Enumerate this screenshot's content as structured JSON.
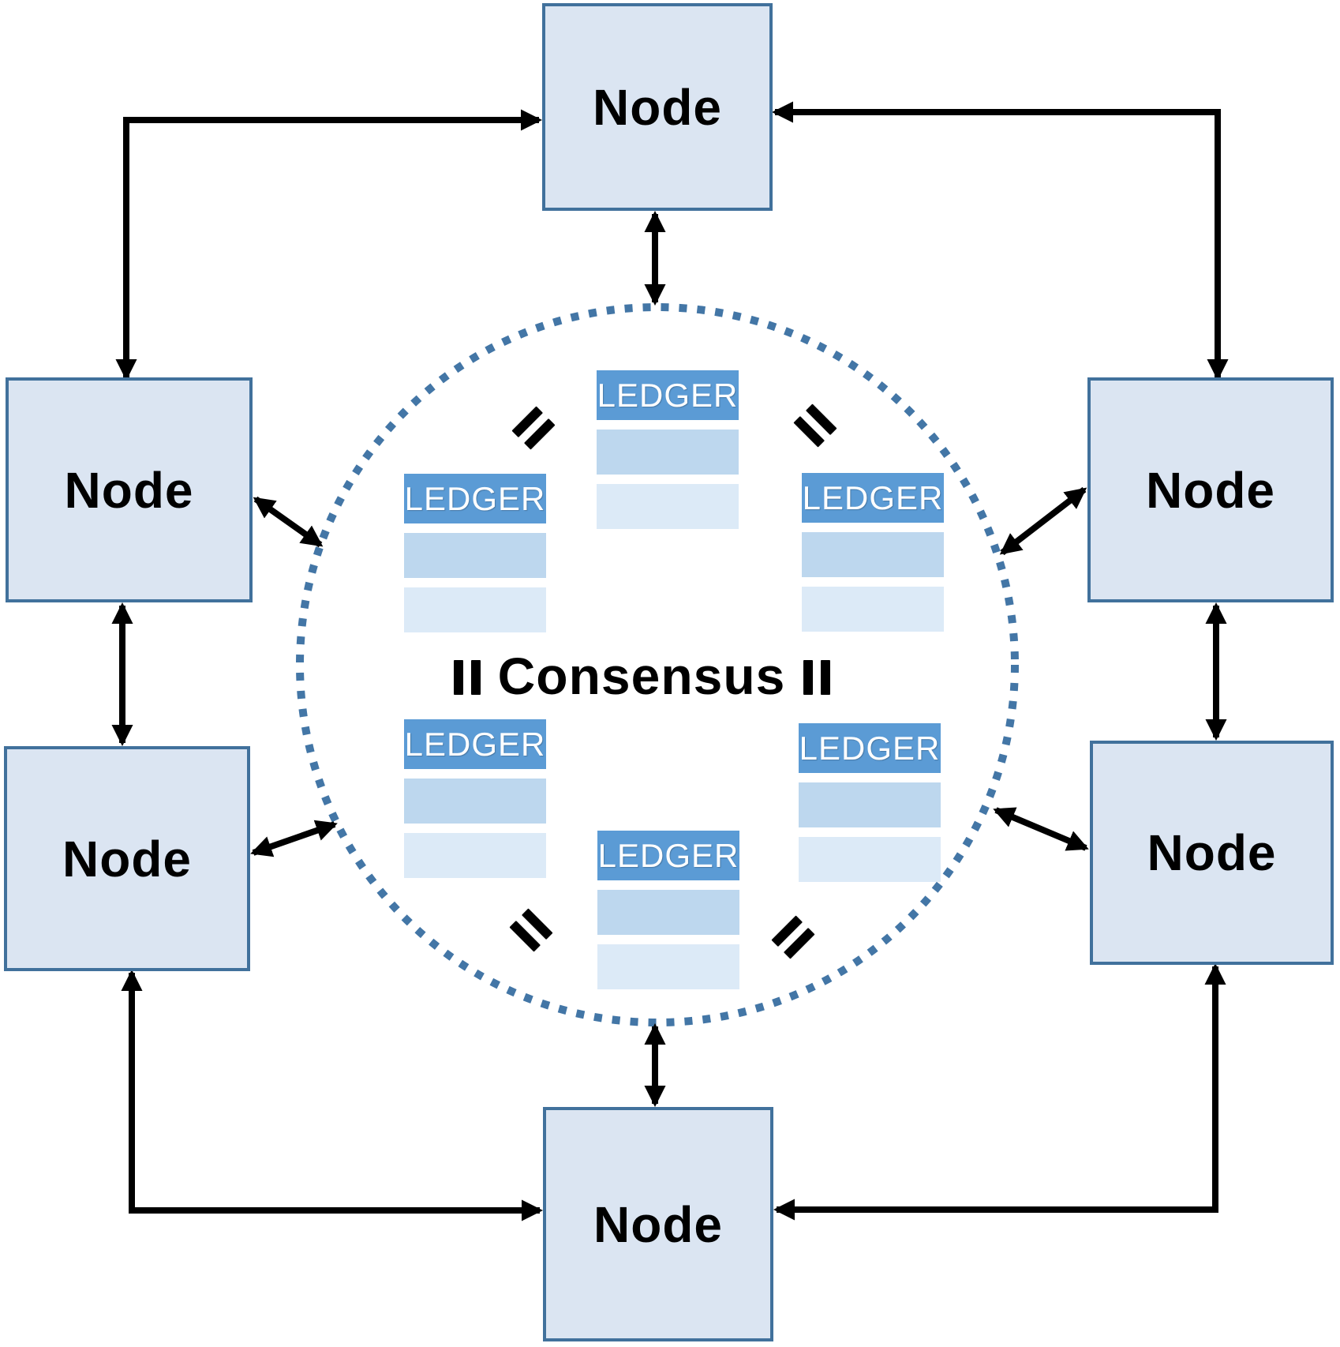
{
  "nodes": [
    {
      "position": "top",
      "label": "Node"
    },
    {
      "position": "upper-left",
      "label": "Node"
    },
    {
      "position": "upper-right",
      "label": "Node"
    },
    {
      "position": "lower-left",
      "label": "Node"
    },
    {
      "position": "lower-right",
      "label": "Node"
    },
    {
      "position": "bottom",
      "label": "Node"
    }
  ],
  "consensus": {
    "label": "Consensus"
  },
  "ledgers": [
    {
      "position": "top-center",
      "header": "LEDGER"
    },
    {
      "position": "upper-left",
      "header": "LEDGER"
    },
    {
      "position": "upper-right",
      "header": "LEDGER"
    },
    {
      "position": "lower-left",
      "header": "LEDGER"
    },
    {
      "position": "lower-right",
      "header": "LEDGER"
    },
    {
      "position": "bottom-center",
      "header": "LEDGER"
    }
  ],
  "colors": {
    "node_fill": "#dbe5f2",
    "node_border": "#41719c",
    "ledger_header_bg": "#5b9bd5",
    "ledger_header_text": "#ffffff",
    "ledger_row1_bg": "#bdd7ee",
    "ledger_row2_bg": "#dceaf7",
    "circle_dot": "#4376a6",
    "arrow_color": "#000000",
    "label_text": "#000000"
  }
}
